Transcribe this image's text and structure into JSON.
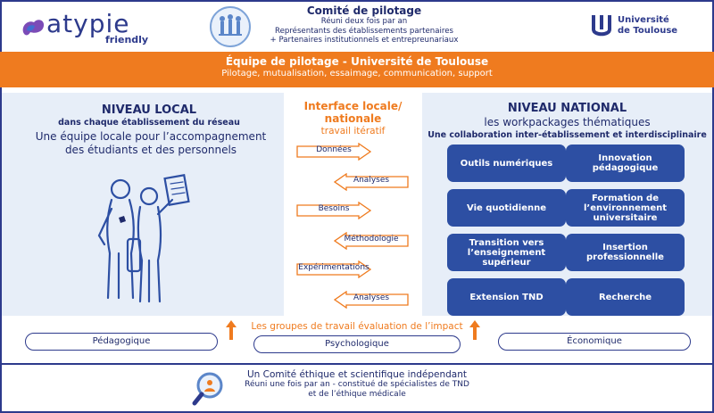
{
  "header": {
    "logo_text": "atypie",
    "logo_subtext": "friendly",
    "committee_title": "Comité de pilotage",
    "committee_lines": [
      "Réuni deux fois par an",
      "Représentants des établissements partenaires",
      "+ Partenaires institutionnels et entrepreunariaux"
    ],
    "university_line1": "Université",
    "university_line2": "de Toulouse"
  },
  "band": {
    "title": "Équipe de pilotage - Université de Toulouse",
    "subtitle": "Pilotage, mutualisation, essaimage, communication, support"
  },
  "local": {
    "title": "NIVEAU LOCAL",
    "subtitle": "dans chaque établissement du réseau",
    "desc_line1": "Une équipe locale pour l’accompagnement",
    "desc_line2": "des étudiants et des personnels"
  },
  "interface": {
    "title_line1": "Interface locale/",
    "title_line2": "nationale",
    "subtitle": "travail itératif",
    "arrows": [
      {
        "label": "Données",
        "direction": "right"
      },
      {
        "label": "Analyses",
        "direction": "left"
      },
      {
        "label": "Besoins",
        "direction": "right"
      },
      {
        "label": "Méthodologie",
        "direction": "left"
      },
      {
        "label": "Expérimentations",
        "direction": "right"
      },
      {
        "label": "Analyses",
        "direction": "left"
      }
    ]
  },
  "national": {
    "title": "NIVEAU NATIONAL",
    "subtitle": "les workpackages thématiques",
    "desc": "Une collaboration inter-établissement et interdisciplinaire",
    "workpackages": [
      "Outils numériques",
      "Innovation pédagogique",
      "Vie quotidienne",
      "Formation de l’environnement universitaire",
      "Transition vers l’enseignement supérieur",
      "Insertion professionnelle",
      "Extension TND",
      "Recherche"
    ]
  },
  "groups": {
    "label": "Les groupes de travail évaluation de l’impact",
    "items": [
      "Pédagogique",
      "Psychologique",
      "Économique"
    ]
  },
  "ethics": {
    "title": "Un Comité éthique et scientifique indépendant",
    "line1": "Réuni une fois par an - constitué de spécialistes de TND",
    "line2": "et de l’éthique médicale"
  },
  "colors": {
    "navy": "#1f2a6b",
    "orange": "#ef7b1f",
    "box_blue": "#2d4fa3",
    "light_panel": "#e7eef8"
  }
}
